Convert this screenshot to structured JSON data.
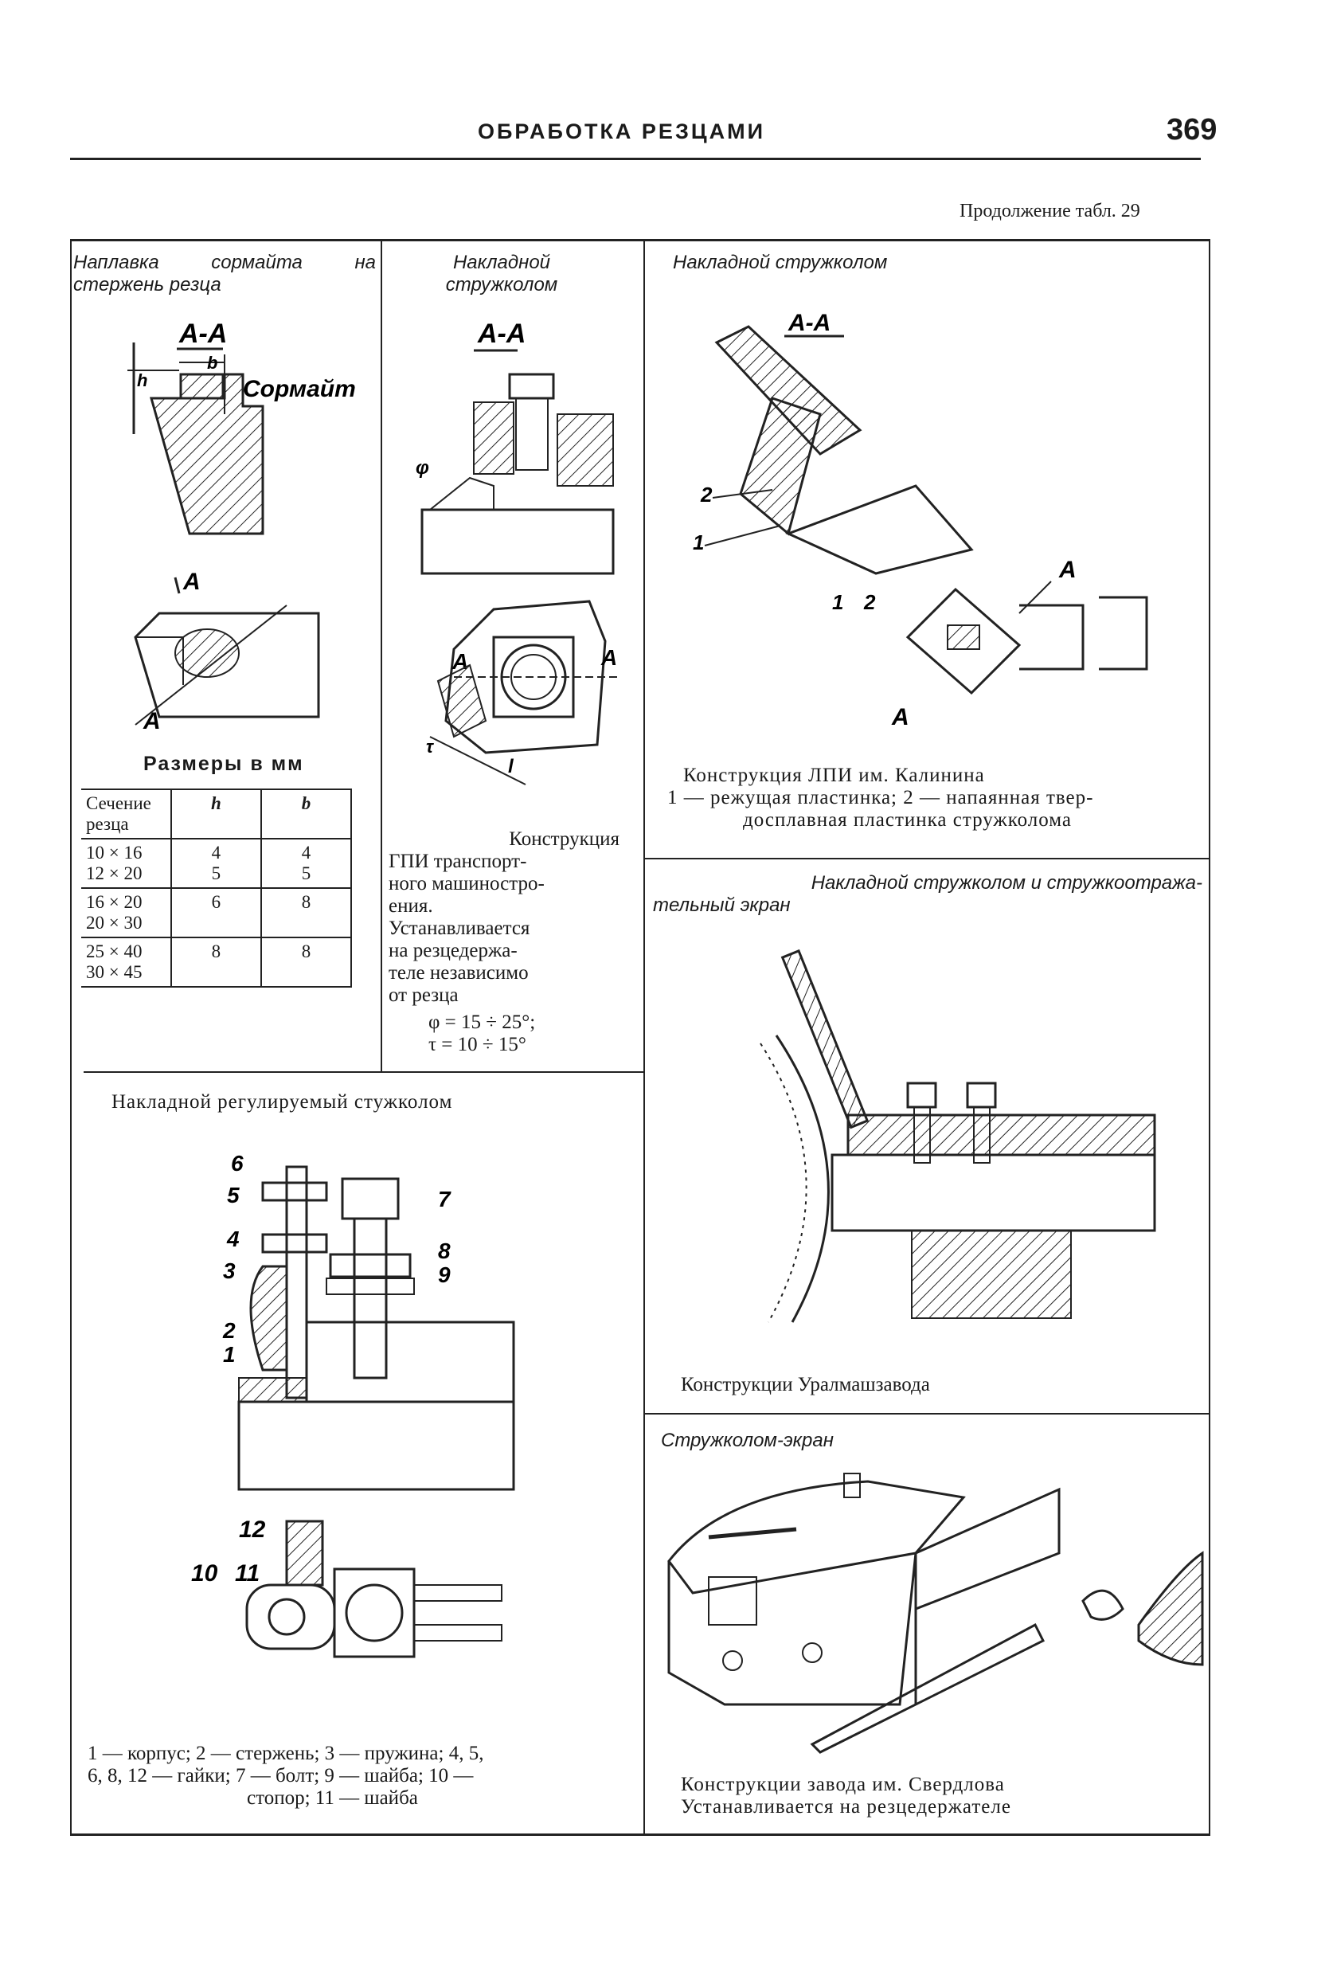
{
  "header": {
    "title": "ОБРАБОТКА РЕЗЦАМИ",
    "page_number": "369",
    "continuation": "Продолжение табл. 29"
  },
  "col1": {
    "title": "Наплавка сормайта на стержень резца",
    "fig_labels": {
      "section": "А-А",
      "b": "b",
      "h": "h",
      "sormait": "Сормайт",
      "a1": "А",
      "a2": "А"
    },
    "sizes_caption": "Размеры в мм",
    "table": {
      "headers": [
        "Сечение резца",
        "h",
        "b"
      ],
      "rows": [
        {
          "section": [
            "10 × 16",
            "12 × 20"
          ],
          "h": [
            "4",
            "5"
          ],
          "b": [
            "4",
            "5"
          ]
        },
        {
          "section": [
            "16 × 20",
            "20 × 30"
          ],
          "h": [
            "6"
          ],
          "b": [
            "8"
          ]
        },
        {
          "section": [
            "25 × 40",
            "30 × 45"
          ],
          "h": [
            "8"
          ],
          "b": [
            "8"
          ]
        }
      ]
    }
  },
  "col2": {
    "title": "Накладной стружколом",
    "fig_labels": {
      "section": "А-А",
      "phi": "φ",
      "a_left": "А",
      "a_right": "А",
      "tau": "τ",
      "l": "l"
    },
    "desc": [
      "Конструкция",
      "ГПИ транспорт-",
      "ного машиностро-",
      "ения.",
      "Устанавливается",
      "на резцедержа-",
      "теле независимо",
      "от резца"
    ],
    "formula1": "φ = 15 ÷ 25°;",
    "formula2": "τ = 10 ÷ 15°"
  },
  "col3_top": {
    "title": "Накладной стружколом",
    "fig_labels": {
      "section": "А-А",
      "n1": "1",
      "n2": "2",
      "n1b": "1",
      "n2b": "2",
      "a1": "А",
      "a2": "А"
    },
    "caption": "Конструкция ЛПИ им. Калинина",
    "legend1": "1 — режущая пластинка; 2 — напаянная твер-",
    "legend2": "досплавная пластинка стружколома"
  },
  "col3_mid": {
    "title1": "Накладной стружколом и стружкоотража-",
    "title2": "тельный экран",
    "caption": "Конструкции Уралмашзавода"
  },
  "col3_bot": {
    "title": "Стружколом-экран",
    "caption1": "Конструкции завода им. Свердлова",
    "caption2": "Устанавливается на резцедержателе"
  },
  "bottom_left": {
    "title": "Накладной регулируемый стужколом",
    "numbers": [
      "6",
      "5",
      "4",
      "3",
      "2",
      "1",
      "7",
      "8",
      "9",
      "12",
      "10",
      "11"
    ],
    "legend1": "1 — корпус; 2 — стержень; 3 — пружина; 4, 5,",
    "legend2": "6, 8, 12 — гайки; 7 — болт; 9 — шайба; 10 —",
    "legend3": "стопор; 11 — шайба"
  }
}
